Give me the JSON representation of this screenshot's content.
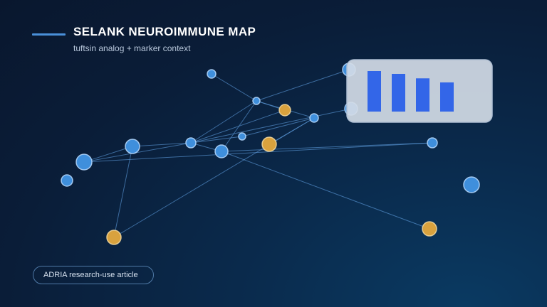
{
  "header": {
    "title": "SELANK NEUROIMMUNE MAP",
    "subtitle": "tuftsin analog + marker context"
  },
  "footer": {
    "badge_label": "ADRIA research-use article"
  },
  "colors": {
    "background": "#0a1d38",
    "accent": "#4a90d9",
    "node_blue": "#3f8fdc",
    "node_gold": "#d9a23e",
    "edge": "#5f9fe0",
    "panel": "#d3dbe6",
    "bar": "#3366e8"
  },
  "network": {
    "node_types": [
      "blue",
      "blue",
      "blue",
      "blue",
      "blue",
      "blue",
      "blue",
      "blue",
      "blue",
      "blue",
      "blue",
      "blue",
      "blue",
      "gold",
      "gold",
      "gold",
      "gold"
    ],
    "edges": [
      [
        0,
        1
      ],
      [
        1,
        13
      ],
      [
        1,
        2
      ],
      [
        1,
        4
      ],
      [
        1,
        7
      ],
      [
        2,
        3
      ],
      [
        2,
        14
      ],
      [
        3,
        4
      ],
      [
        4,
        5
      ],
      [
        4,
        6
      ],
      [
        4,
        7
      ],
      [
        4,
        10
      ],
      [
        4,
        13
      ],
      [
        6,
        11
      ],
      [
        7,
        11
      ],
      [
        7,
        15
      ],
      [
        5,
        16
      ],
      [
        1,
        9
      ],
      [
        2,
        16
      ],
      [
        6,
        5
      ]
    ]
  },
  "inset_chart": {
    "icon": "bar-chart-icon",
    "relative_values": [
      1.0,
      0.93,
      0.82,
      0.72
    ]
  }
}
